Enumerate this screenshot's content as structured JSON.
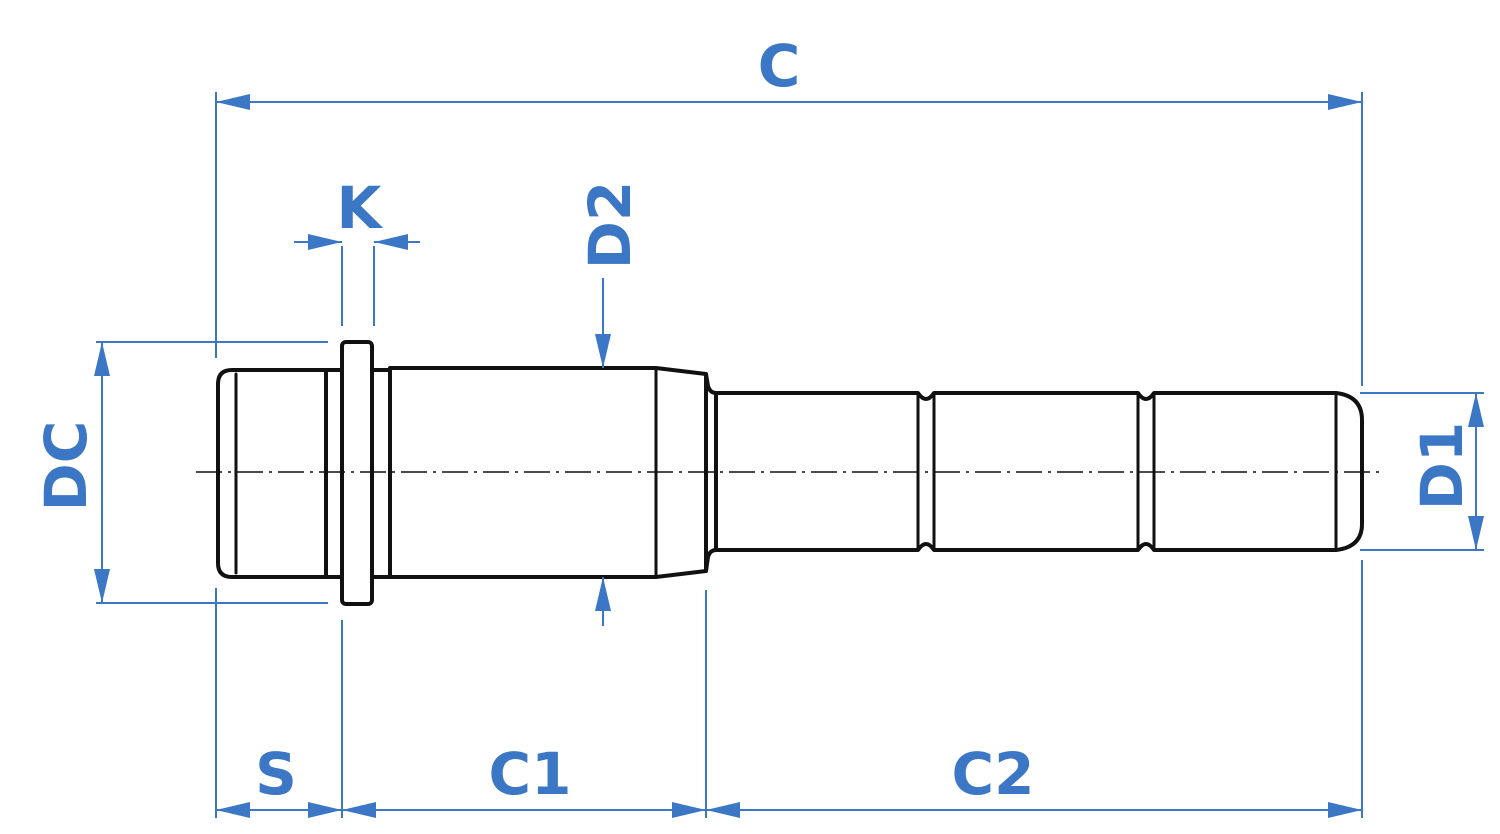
{
  "diagram": {
    "labels": {
      "overall_length": "C",
      "collar_thickness": "K",
      "body_diameter": "D2",
      "collar_diameter": "DC",
      "shank_diameter": "D1",
      "head_length": "S",
      "body_length": "C1",
      "shank_length": "C2"
    },
    "colors": {
      "dimension": "#3b77c4",
      "outline": "#111111",
      "background": "#ffffff"
    }
  }
}
